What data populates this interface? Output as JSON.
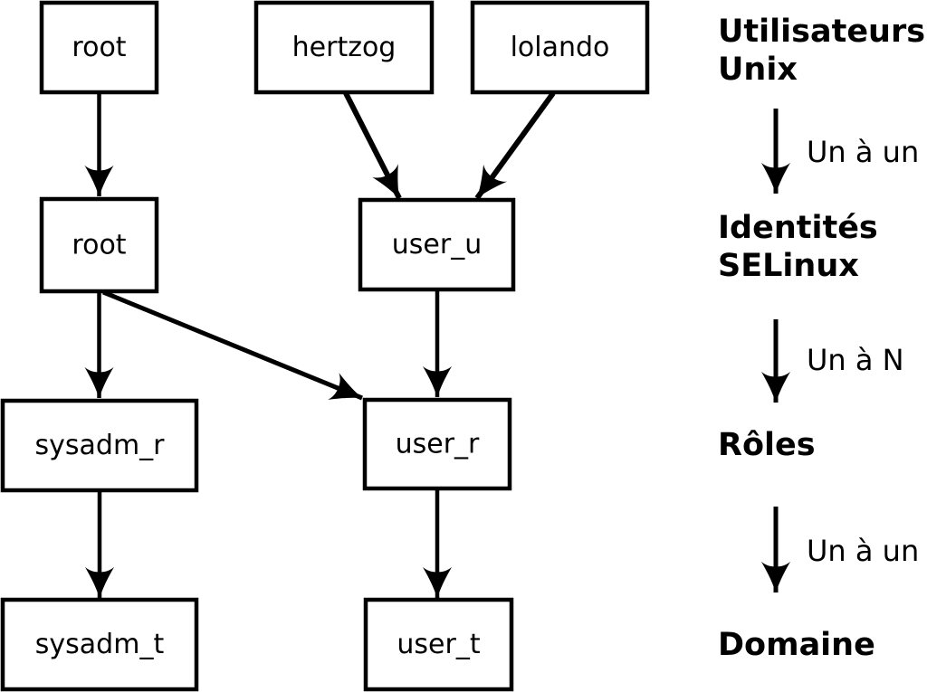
{
  "colors": {
    "background": "#ffffff",
    "ink": "#000000"
  },
  "nodes": {
    "unix_root": "root",
    "unix_hertzog": "hertzog",
    "unix_lolando": "lolando",
    "selinux_root": "root",
    "selinux_user_u": "user_u",
    "role_sysadm_r": "sysadm_r",
    "role_user_r": "user_r",
    "domain_sysadm_t": "sysadm_t",
    "domain_user_t": "user_t"
  },
  "legend": {
    "unix_users_line1": "Utilisateurs",
    "unix_users_line2": "Unix",
    "mapping_top": "Un à un",
    "selinux_identities_line1": "Identités",
    "selinux_identities_line2": "SELinux",
    "mapping_middle": "Un à N",
    "roles": "Rôles",
    "mapping_bottom": "Un à un",
    "domain": "Domaine"
  }
}
